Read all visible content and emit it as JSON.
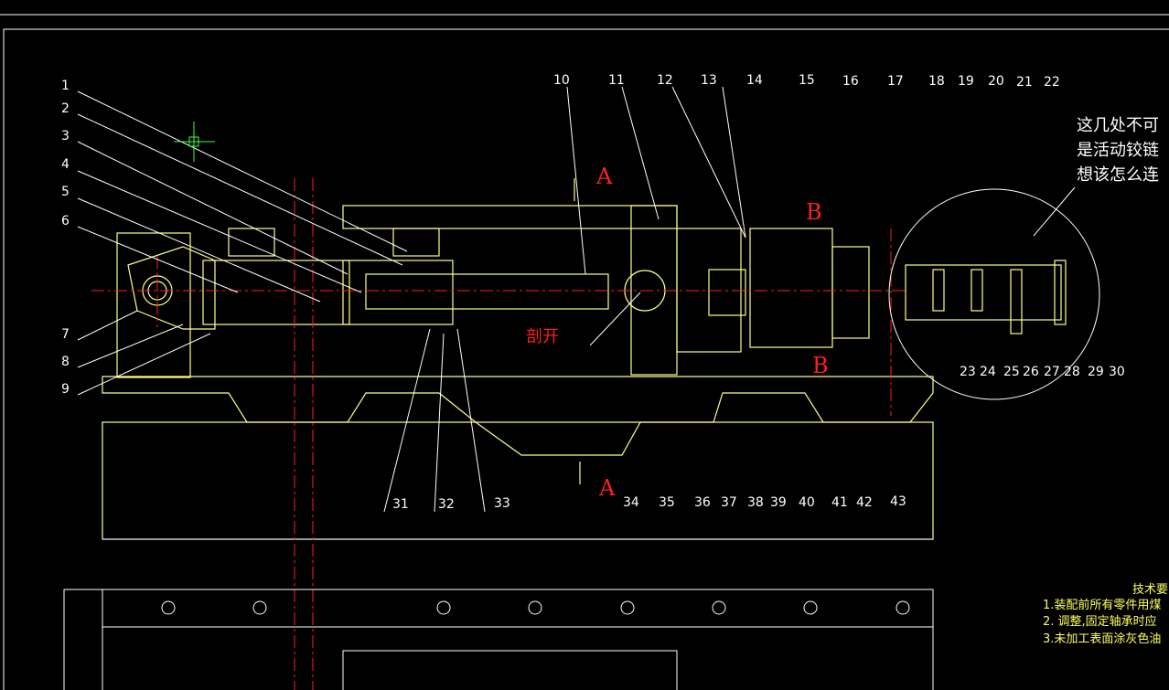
{
  "drawing": {
    "part_labels": [
      "1",
      "2",
      "3",
      "4",
      "5",
      "6",
      "7",
      "8",
      "9",
      "10",
      "11",
      "12",
      "13",
      "14",
      "15",
      "16",
      "17",
      "18",
      "19",
      "20",
      "21",
      "22",
      "23",
      "24",
      "25",
      "26",
      "27",
      "28",
      "29",
      "30",
      "31",
      "32",
      "33",
      "34",
      "35",
      "36",
      "37",
      "38",
      "39",
      "40",
      "41",
      "42",
      "43"
    ],
    "section_labels": {
      "a_top": "A",
      "a_bottom": "A",
      "b_top": "B",
      "b_bottom": "B"
    },
    "cut_label": "剖开",
    "annotation_note": [
      "这几处不可",
      "是活动铰链",
      "想该怎么连"
    ],
    "tech_requirements": {
      "title": "技术要",
      "items": [
        "1.装配前所有零件用煤",
        "2. 调整,固定轴承时应",
        "3.未加工表面涂灰色油"
      ]
    }
  },
  "colors": {
    "background": "#000000",
    "outline": "#ffffff",
    "part": "#ffff88",
    "centerline": "#ff2020",
    "tech_text": "#ffff60"
  }
}
